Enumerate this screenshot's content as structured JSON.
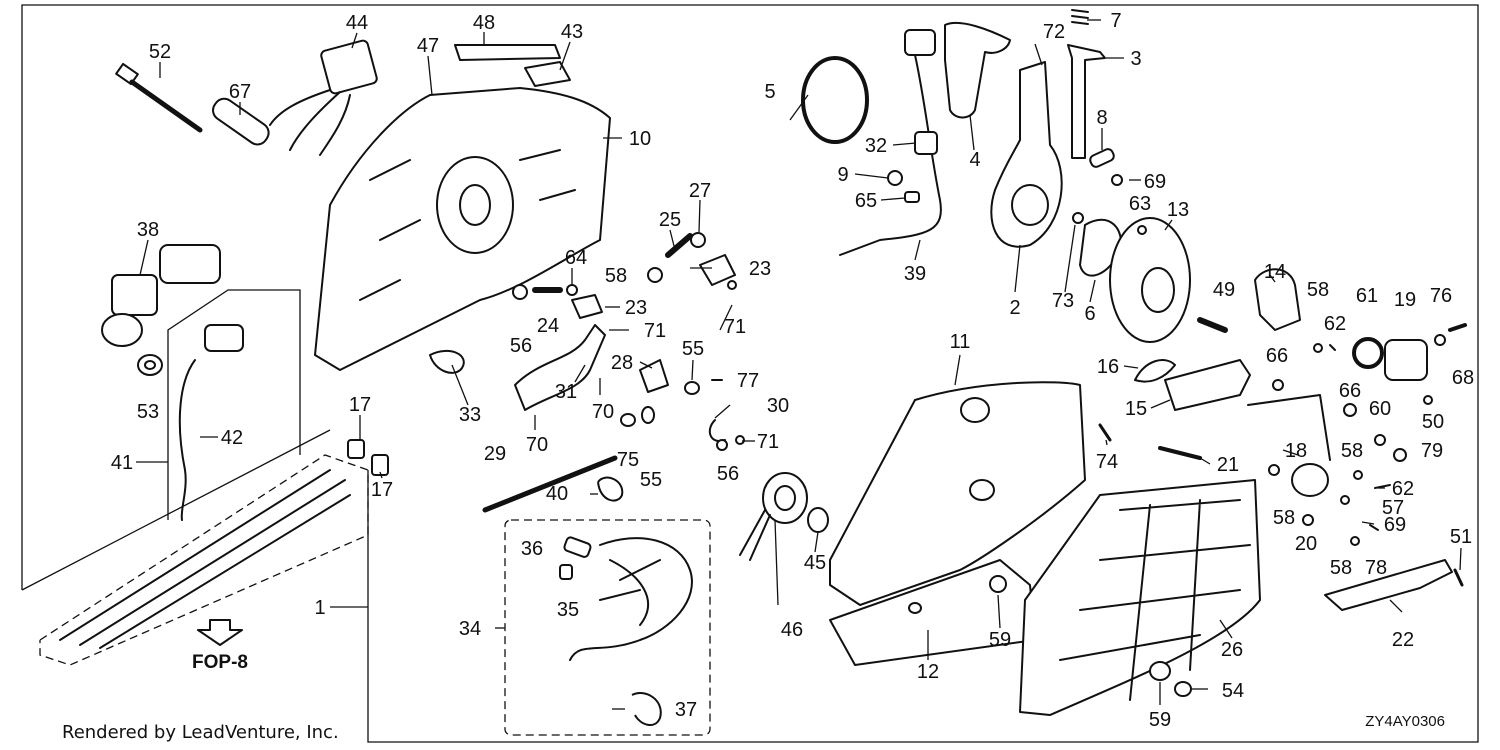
{
  "footer": {
    "rendered_by": "Rendered by LeadVenture, Inc.",
    "diagram_code": "ZY4AY0306",
    "reference": "FOP-8"
  },
  "callouts": [
    {
      "id": "c52",
      "label": "52"
    },
    {
      "id": "c67",
      "label": "67"
    },
    {
      "id": "c44",
      "label": "44"
    },
    {
      "id": "c48",
      "label": "48"
    },
    {
      "id": "c47",
      "label": "47"
    },
    {
      "id": "c43",
      "label": "43"
    },
    {
      "id": "c10",
      "label": "10"
    },
    {
      "id": "c38",
      "label": "38"
    },
    {
      "id": "c53",
      "label": "53"
    },
    {
      "id": "c41",
      "label": "41"
    },
    {
      "id": "c42",
      "label": "42"
    },
    {
      "id": "c17a",
      "label": "17"
    },
    {
      "id": "c17b",
      "label": "17"
    },
    {
      "id": "c1",
      "label": "1"
    },
    {
      "id": "c33",
      "label": "33"
    },
    {
      "id": "c27",
      "label": "27"
    },
    {
      "id": "c25",
      "label": "25"
    },
    {
      "id": "c58a",
      "label": "58"
    },
    {
      "id": "c23a",
      "label": "23"
    },
    {
      "id": "c64",
      "label": "64"
    },
    {
      "id": "c23b",
      "label": "23"
    },
    {
      "id": "c56a",
      "label": "56"
    },
    {
      "id": "c24",
      "label": "24"
    },
    {
      "id": "c71a",
      "label": "71"
    },
    {
      "id": "c71b",
      "label": "71"
    },
    {
      "id": "c31",
      "label": "31"
    },
    {
      "id": "c70a",
      "label": "70"
    },
    {
      "id": "c70b",
      "label": "70"
    },
    {
      "id": "c28",
      "label": "28"
    },
    {
      "id": "c55a",
      "label": "55"
    },
    {
      "id": "c77",
      "label": "77"
    },
    {
      "id": "c30",
      "label": "30"
    },
    {
      "id": "c75",
      "label": "75"
    },
    {
      "id": "c55b",
      "label": "55"
    },
    {
      "id": "c56b",
      "label": "56"
    },
    {
      "id": "c71c",
      "label": "71"
    },
    {
      "id": "c29",
      "label": "29"
    },
    {
      "id": "c40",
      "label": "40"
    },
    {
      "id": "c36",
      "label": "36"
    },
    {
      "id": "c35",
      "label": "35"
    },
    {
      "id": "c34",
      "label": "34"
    },
    {
      "id": "c37",
      "label": "37"
    },
    {
      "id": "c46",
      "label": "46"
    },
    {
      "id": "c45",
      "label": "45"
    },
    {
      "id": "c5",
      "label": "5"
    },
    {
      "id": "c32",
      "label": "32"
    },
    {
      "id": "c9",
      "label": "9"
    },
    {
      "id": "c65",
      "label": "65"
    },
    {
      "id": "c39",
      "label": "39"
    },
    {
      "id": "c4",
      "label": "4"
    },
    {
      "id": "c72",
      "label": "72"
    },
    {
      "id": "c7",
      "label": "7"
    },
    {
      "id": "c3",
      "label": "3"
    },
    {
      "id": "c8",
      "label": "8"
    },
    {
      "id": "c69a",
      "label": "69"
    },
    {
      "id": "c63",
      "label": "63"
    },
    {
      "id": "c13",
      "label": "13"
    },
    {
      "id": "c2",
      "label": "2"
    },
    {
      "id": "c73",
      "label": "73"
    },
    {
      "id": "c6",
      "label": "6"
    },
    {
      "id": "c11",
      "label": "11"
    },
    {
      "id": "c14",
      "label": "14"
    },
    {
      "id": "c49",
      "label": "49"
    },
    {
      "id": "c58b",
      "label": "58"
    },
    {
      "id": "c62a",
      "label": "62"
    },
    {
      "id": "c61",
      "label": "61"
    },
    {
      "id": "c19",
      "label": "19"
    },
    {
      "id": "c76",
      "label": "76"
    },
    {
      "id": "c68",
      "label": "68"
    },
    {
      "id": "c16",
      "label": "16"
    },
    {
      "id": "c66a",
      "label": "66"
    },
    {
      "id": "c15",
      "label": "15"
    },
    {
      "id": "c66b",
      "label": "66"
    },
    {
      "id": "c50",
      "label": "50"
    },
    {
      "id": "c60",
      "label": "60"
    },
    {
      "id": "c74",
      "label": "74"
    },
    {
      "id": "c18",
      "label": "18"
    },
    {
      "id": "c58c",
      "label": "58"
    },
    {
      "id": "c79",
      "label": "79"
    },
    {
      "id": "c21",
      "label": "21"
    },
    {
      "id": "c62b",
      "label": "62"
    },
    {
      "id": "c58d",
      "label": "58"
    },
    {
      "id": "c57",
      "label": "57"
    },
    {
      "id": "c20",
      "label": "20"
    },
    {
      "id": "c69b",
      "label": "69"
    },
    {
      "id": "c58e",
      "label": "58"
    },
    {
      "id": "c78",
      "label": "78"
    },
    {
      "id": "c51",
      "label": "51"
    },
    {
      "id": "c22",
      "label": "22"
    },
    {
      "id": "c26",
      "label": "26"
    },
    {
      "id": "c12",
      "label": "12"
    },
    {
      "id": "c59a",
      "label": "59"
    },
    {
      "id": "c59b",
      "label": "59"
    },
    {
      "id": "c54",
      "label": "54"
    }
  ]
}
